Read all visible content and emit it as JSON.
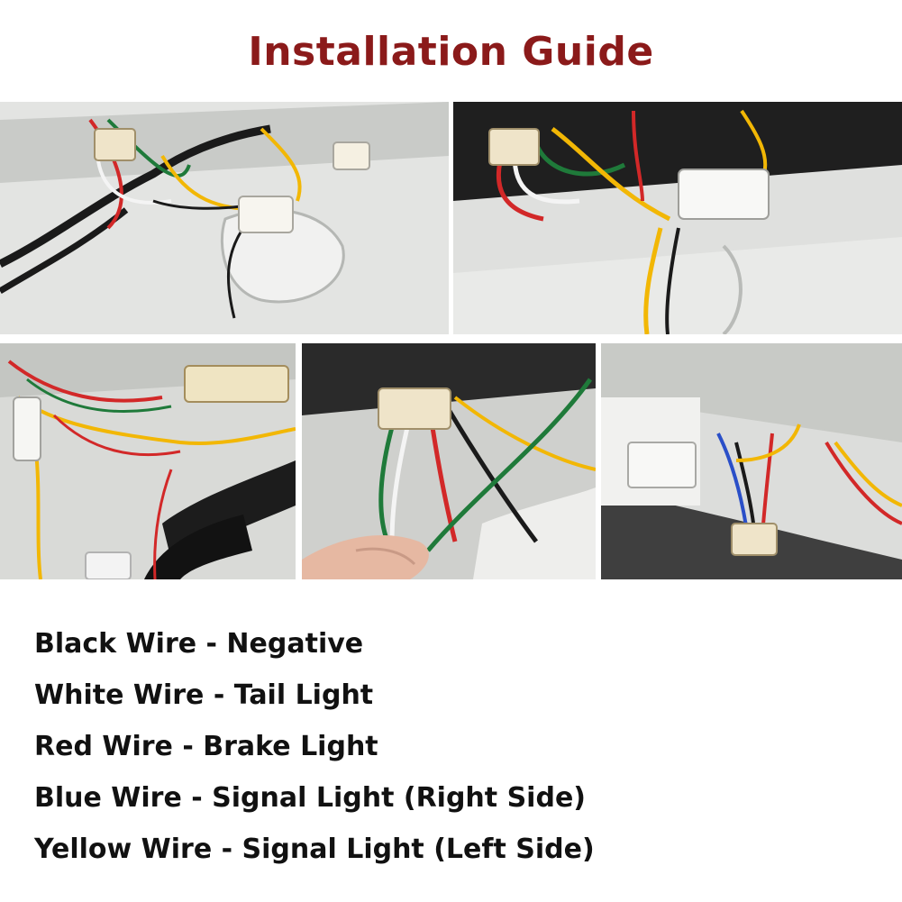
{
  "title": "Installation Guide",
  "colors": {
    "title": "#8b1a1a",
    "legend_text": "#111111",
    "wire_black": "#1a1a1a",
    "wire_white": "#f4f4f4",
    "wire_red": "#d22828",
    "wire_blue": "#2a4fc8",
    "wire_yellow": "#f2b705",
    "wire_green": "#1f7a3a"
  },
  "photos": [
    {
      "subject": "wire-harness-connector-photo"
    },
    {
      "subject": "wire-harness-connector-photo"
    },
    {
      "subject": "wire-harness-connector-photo"
    },
    {
      "subject": "wire-harness-plug-in-hand-photo"
    },
    {
      "subject": "wire-harness-connector-photo"
    }
  ],
  "legend": [
    "Black Wire - Negative",
    "White Wire - Tail Light",
    "Red Wire - Brake Light",
    "Blue Wire - Signal Light (Right Side)",
    "Yellow Wire - Signal Light (Left Side)"
  ]
}
